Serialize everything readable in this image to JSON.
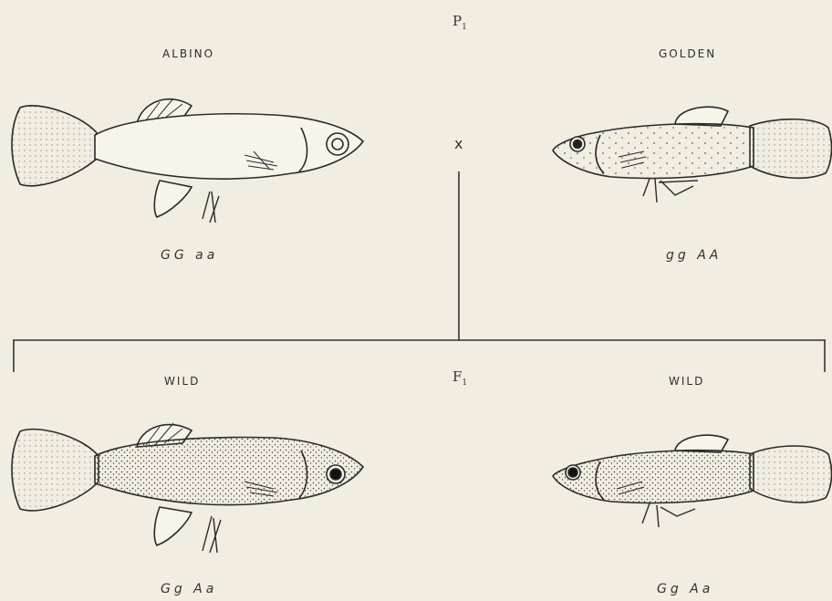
{
  "generations": {
    "parental": {
      "letter": "P",
      "sub": "1"
    },
    "filial": {
      "letter": "F",
      "sub": "1"
    }
  },
  "cross_symbol": "x",
  "fish": [
    {
      "id": "albino",
      "label": "ALBINO",
      "genotype": "GG aa",
      "eye": "ringed",
      "speckled": false
    },
    {
      "id": "golden",
      "label": "GOLDEN",
      "genotype": "gg AA",
      "eye": "dark",
      "speckled": "light"
    },
    {
      "id": "wild-left",
      "label": "WILD",
      "genotype": "Gg Aa",
      "eye": "dark",
      "speckled": "dense"
    },
    {
      "id": "wild-right",
      "label": "WILD",
      "genotype": "Gg Aa",
      "eye": "dark",
      "speckled": "dense"
    }
  ],
  "colors": {
    "paper": "#f1ede0",
    "ink": "#2a2a2a"
  }
}
